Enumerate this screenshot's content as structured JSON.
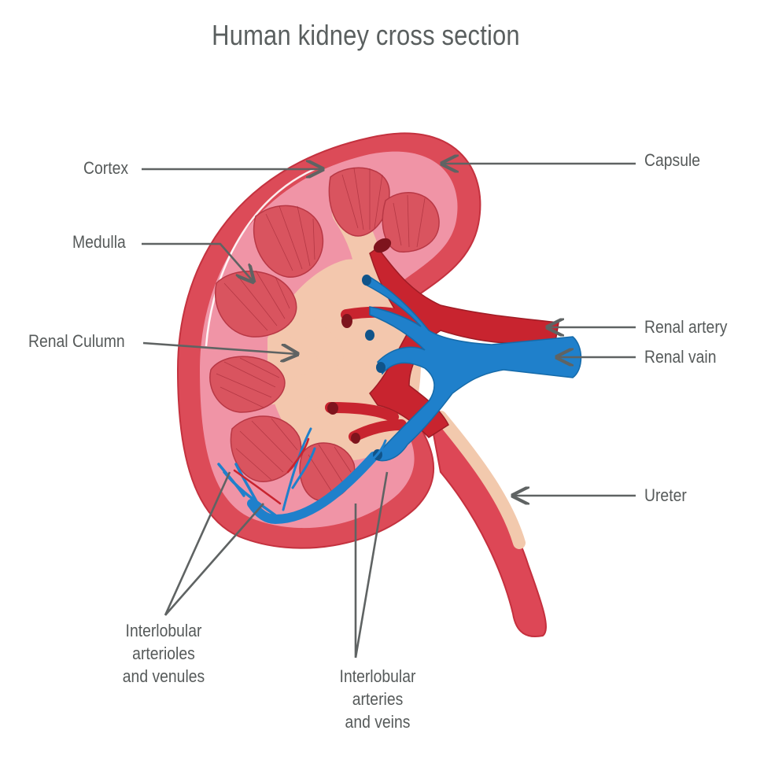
{
  "title": "Human kidney cross section",
  "labels": {
    "cortex": "Cortex",
    "medulla": "Medulla",
    "renal_column": "Renal Culumn",
    "capsule": "Capsule",
    "renal_artery": "Renal artery",
    "renal_vein": "Renal vain",
    "ureter": "Ureter",
    "arterioles": "Interlobular\narterioles\nand venules",
    "arteries": "Interlobular\narteries\nand veins"
  },
  "colors": {
    "capsule": "#d9434f",
    "cortex": "#f090a2",
    "medulla_pyramid": "#d9545f",
    "sinus": "#f2c9ad",
    "artery": "#c8242f",
    "vein": "#1c7fc9",
    "arrow": "#5f6363"
  }
}
